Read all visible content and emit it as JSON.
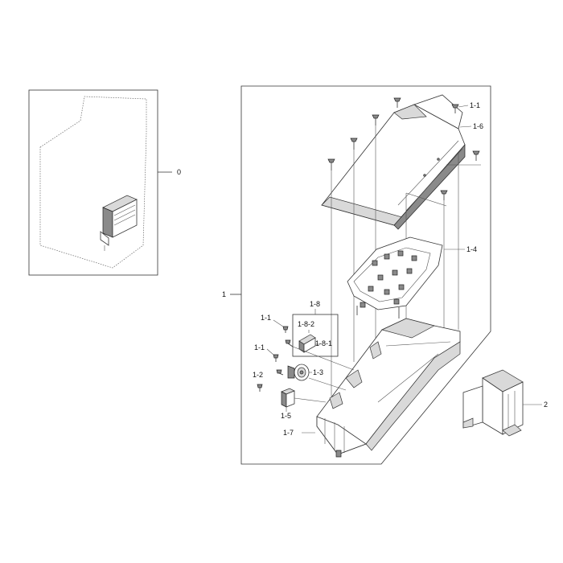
{
  "labels": {
    "l0": "0",
    "l1": "1",
    "l2": "2",
    "l1_1a": "1-1",
    "l1_6": "1-6",
    "l1_4": "1-4",
    "l1_8": "1-8",
    "l1_8_2": "1-8-2",
    "l1_8_1": "1-8-1",
    "l1_1b": "1-1",
    "l1_1c": "1-1",
    "l1_3": "1-3",
    "l1_2": "1-2",
    "l1_5": "1-5",
    "l1_7": "1-7"
  },
  "colors": {
    "line": "#333333",
    "fill_grey": "#d9d9d9",
    "fill_dark": "#8a8a8a"
  }
}
